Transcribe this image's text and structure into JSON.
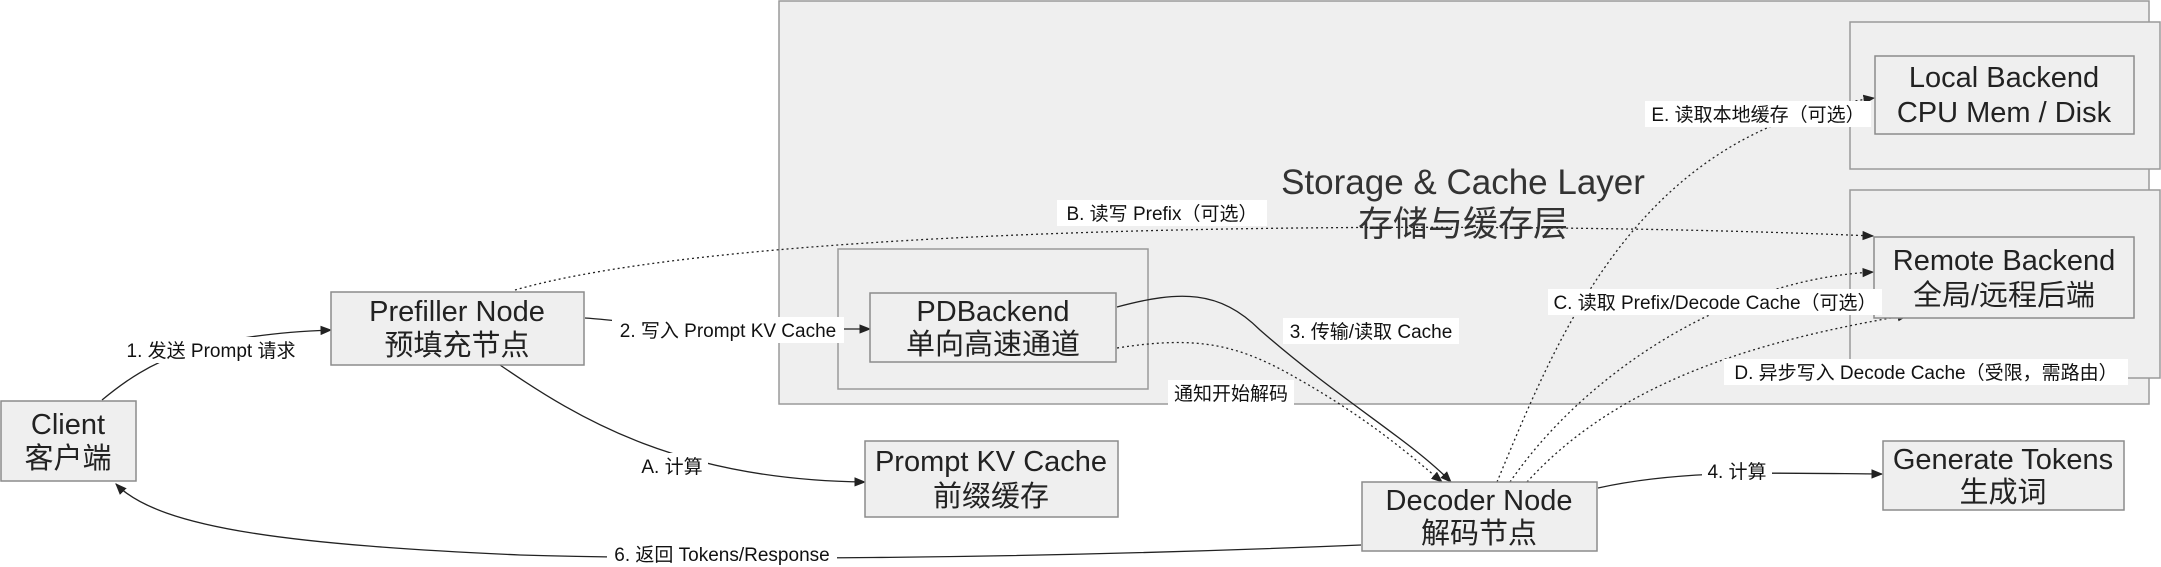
{
  "storage_layer": {
    "title_en": "Storage & Cache Layer",
    "title_zh": "存储与缓存层"
  },
  "nodes": {
    "client": {
      "line1": "Client",
      "line2": "客户端"
    },
    "prefiller": {
      "line1": "Prefiller Node",
      "line2": "预填充节点"
    },
    "pdbackend": {
      "line1": "PDBackend",
      "line2": "单向高速通道"
    },
    "prompt_kv_cache": {
      "line1": "Prompt KV Cache",
      "line2": "前缀缓存"
    },
    "decoder": {
      "line1": "Decoder Node",
      "line2": "解码节点"
    },
    "generate_tokens": {
      "line1": "Generate Tokens",
      "line2": "生成词"
    },
    "local_backend": {
      "line1": "Local Backend",
      "line2": "CPU Mem / Disk"
    },
    "remote_backend": {
      "line1": "Remote Backend",
      "line2": "全局/远程后端"
    }
  },
  "edges": {
    "send_prompt": "1. 发送 Prompt 请求",
    "write_prompt_kv": "2. 写入 Prompt KV Cache",
    "transfer_cache": "3. 传输/读取 Cache",
    "compute_decode": "4. 计算",
    "return_tokens": "6. 返回 Tokens/Response",
    "compute_prefill": "A. 计算",
    "rw_prefix": "B. 读写 Prefix（可选）",
    "read_prefix_decode": "C. 读取 Prefix/Decode Cache（可选）",
    "async_write": "D. 异步写入 Decode Cache（受限，需路由）",
    "read_local": "E. 读取本地缓存（可选）",
    "notify_decode": "通知开始解码"
  }
}
